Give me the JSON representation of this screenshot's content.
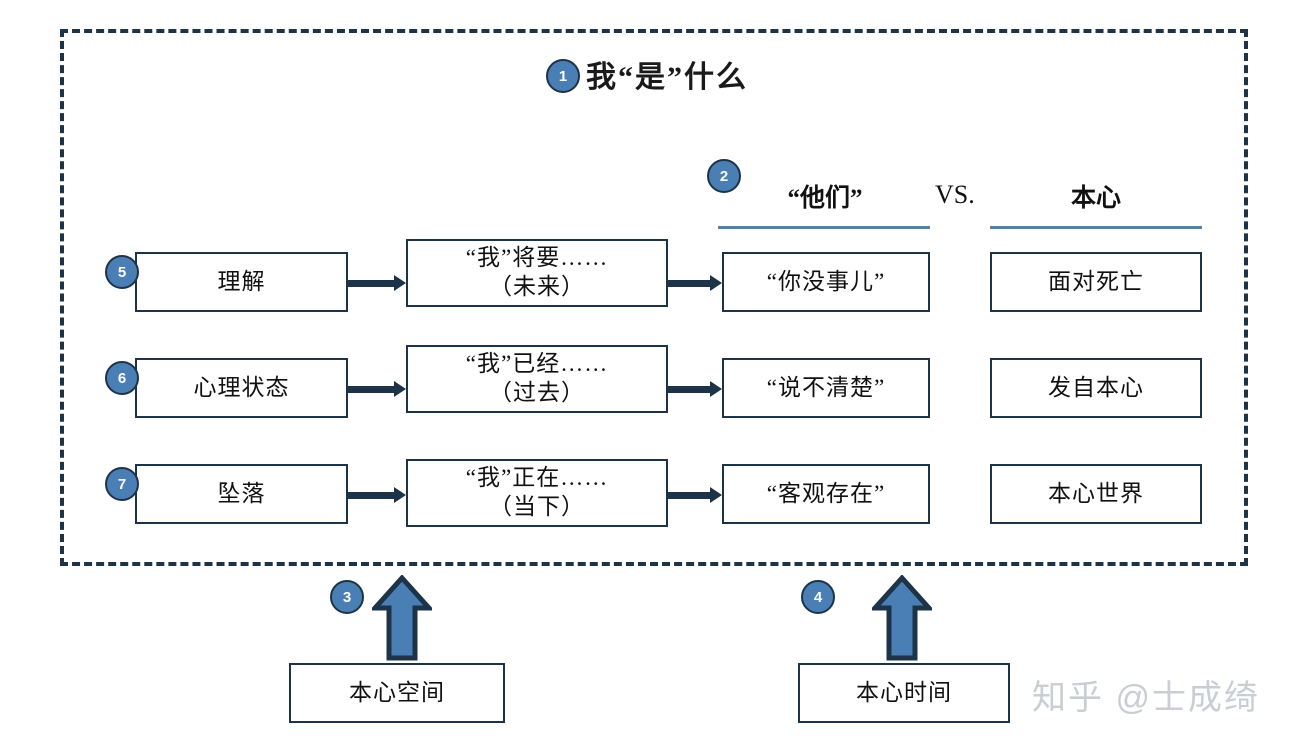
{
  "title": {
    "badge": "1",
    "text": "我“是”什么"
  },
  "headers": {
    "badge": "2",
    "them": "“他们”",
    "vs": "VS.",
    "benxin": "本心"
  },
  "rows": [
    {
      "badge": "5",
      "concept": "理解",
      "statement_line1": "“我”将要……",
      "statement_line2": "（未来）",
      "them": "“你没事儿”",
      "benxin": "面对死亡"
    },
    {
      "badge": "6",
      "concept": "心理状态",
      "statement_line1": "“我”已经……",
      "statement_line2": "（过去）",
      "them": "“说不清楚”",
      "benxin": "发自本心"
    },
    {
      "badge": "7",
      "concept": "坠落",
      "statement_line1": "“我”正在……",
      "statement_line2": "（当下）",
      "them": "“客观存在”",
      "benxin": "本心世界"
    }
  ],
  "foundations": [
    {
      "badge": "3",
      "label": "本心空间"
    },
    {
      "badge": "4",
      "label": "本心时间"
    }
  ],
  "watermark": "知乎 @士成绮",
  "colors": {
    "frame": "#1d3348",
    "badge_fill": "#4a7fb5",
    "rule": "#5a7f96",
    "arrow": "#1d3348",
    "up_arrow_fill": "#4a7fb5",
    "watermark": "#c9ced4"
  }
}
